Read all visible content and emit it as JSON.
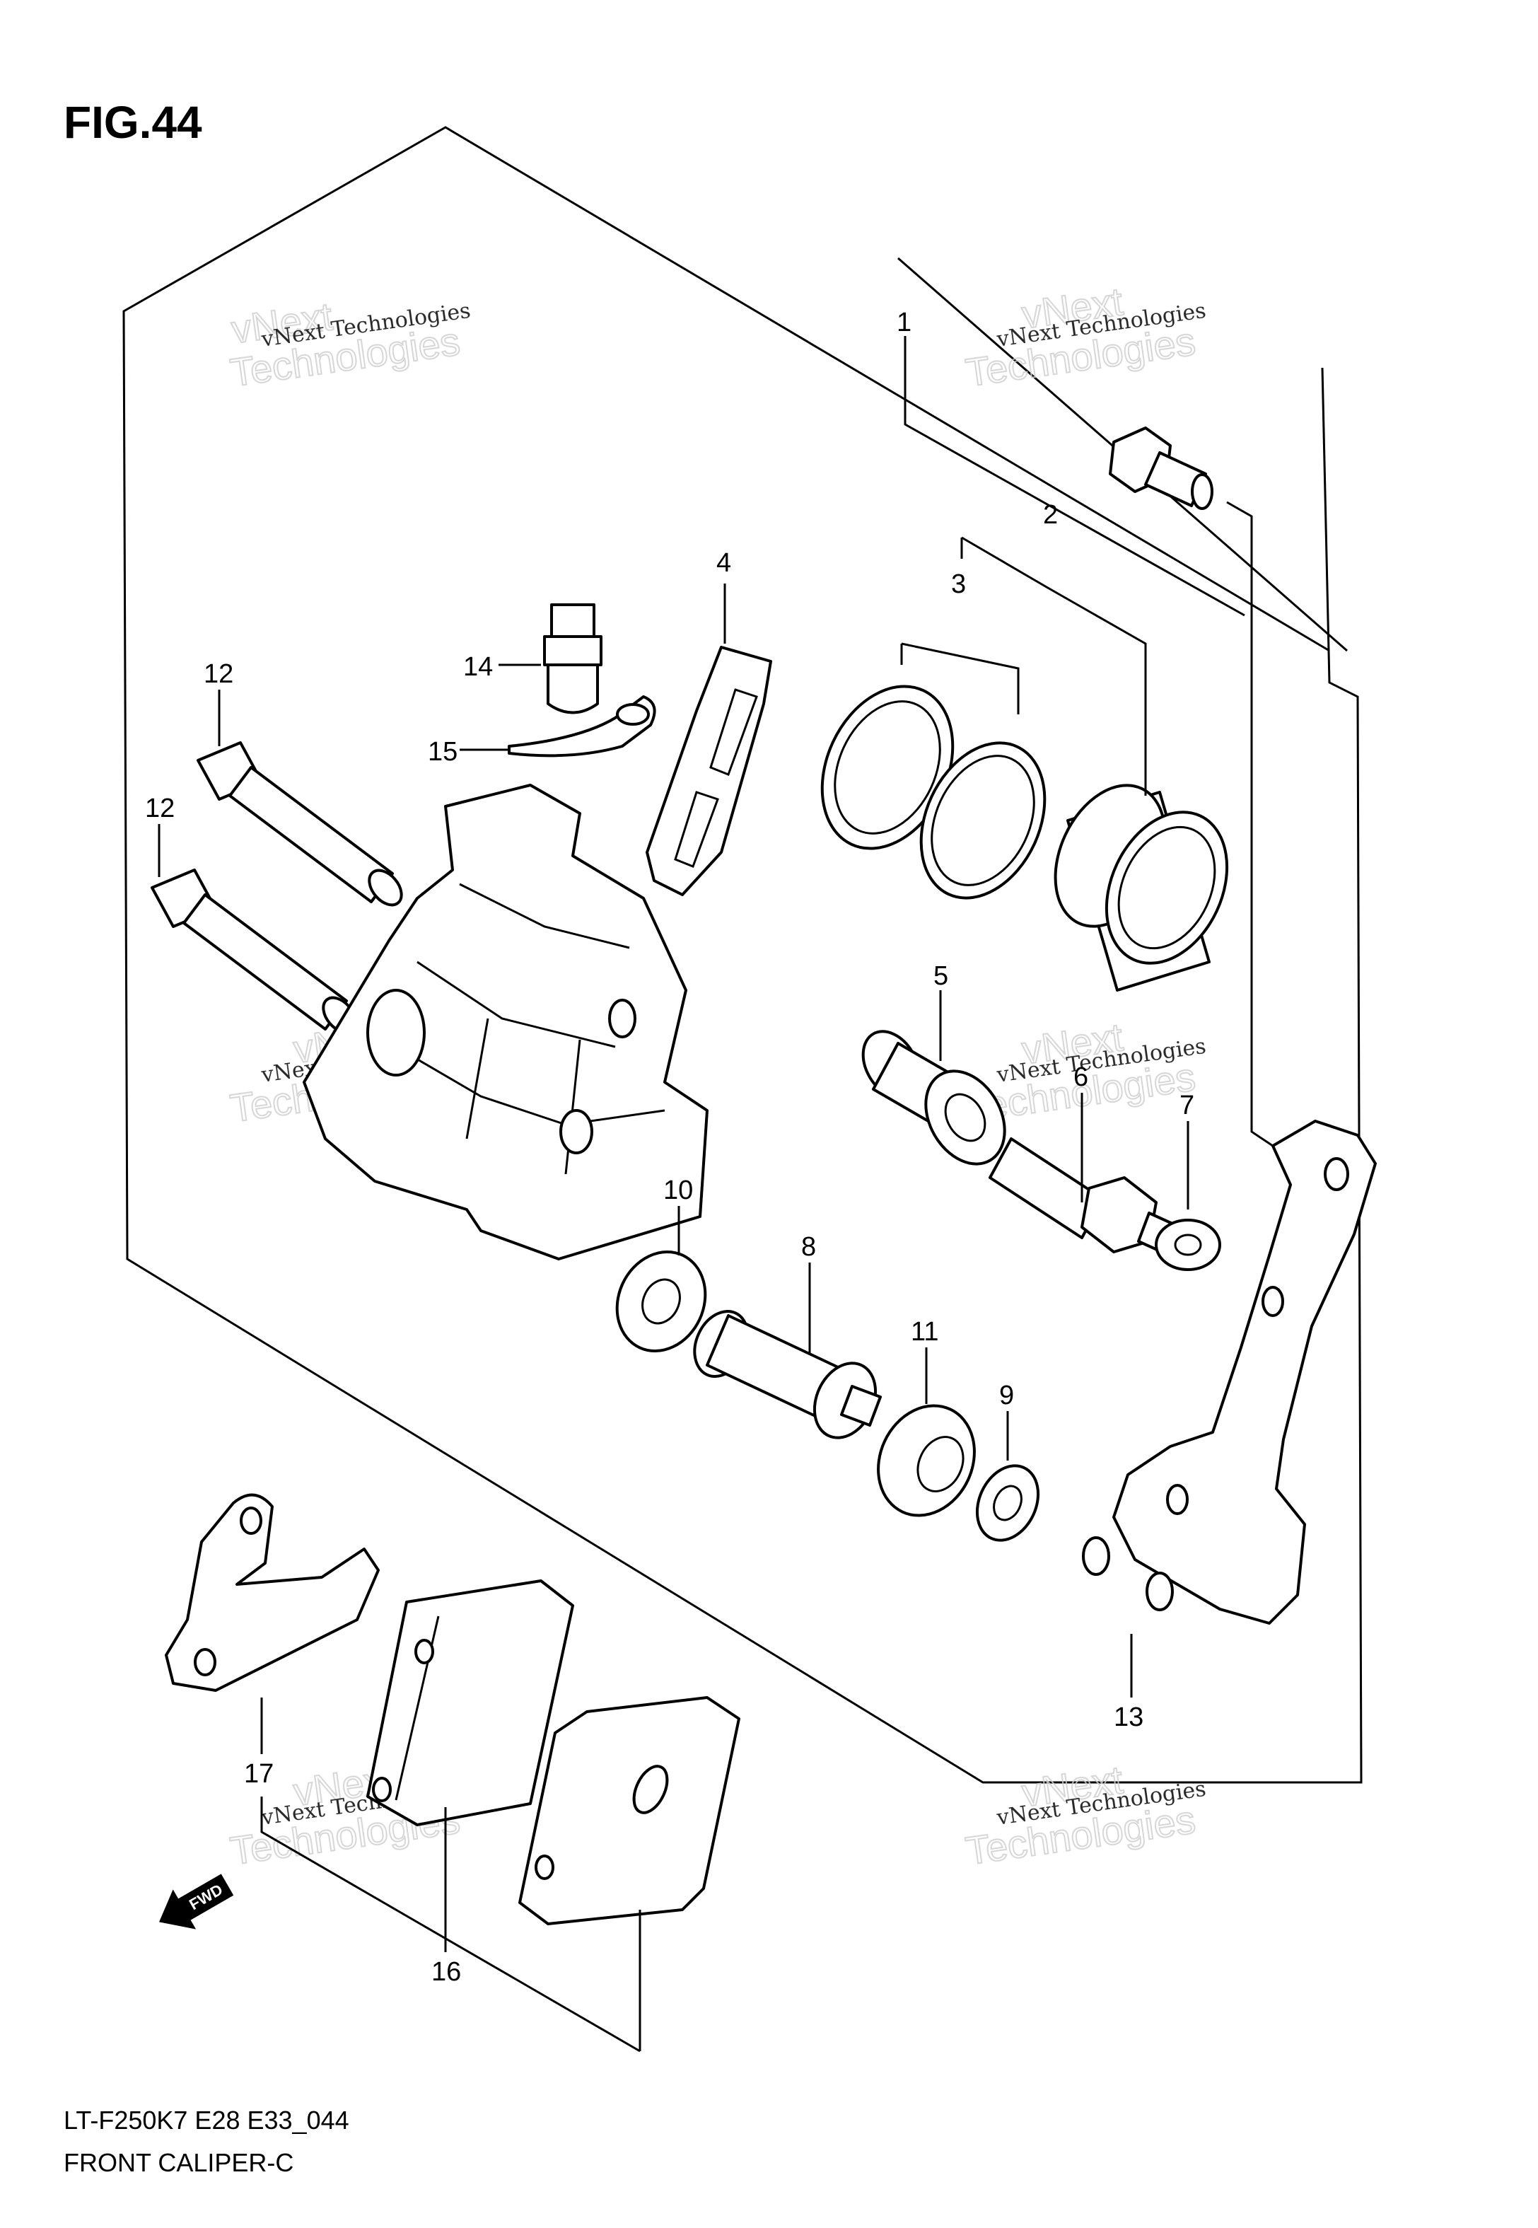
{
  "figure": {
    "title": "FIG.44",
    "model_code": "LT-F250K7 E28 E33_044",
    "section_name": "FRONT CALIPER-C",
    "fwd_label": "FWD"
  },
  "watermark": {
    "line1": "vNext Technologies",
    "line2": "Technologies",
    "line3": "vNext"
  },
  "callouts": [
    "1",
    "2",
    "3",
    "4",
    "5",
    "6",
    "7",
    "8",
    "9",
    "10",
    "11",
    "12",
    "12",
    "13",
    "14",
    "15",
    "16",
    "17"
  ]
}
